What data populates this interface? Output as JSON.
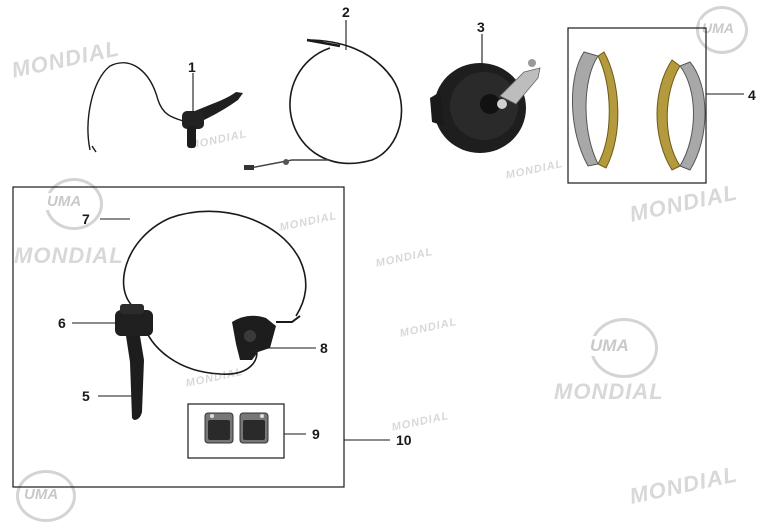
{
  "watermarks": {
    "brand": "MONDIAL",
    "logo": "UMA"
  },
  "callouts": {
    "part_1": "1",
    "part_2": "2",
    "part_3": "3",
    "part_4": "4",
    "part_5": "5",
    "part_6": "6",
    "part_7": "7",
    "part_8": "8",
    "part_9": "9",
    "part_10": "10"
  },
  "colors": {
    "line": "#1a1a1a",
    "watermark": "#d8d8d8",
    "shoe_lining": "#b39a3c",
    "shoe_metal": "#a8a8a8"
  }
}
